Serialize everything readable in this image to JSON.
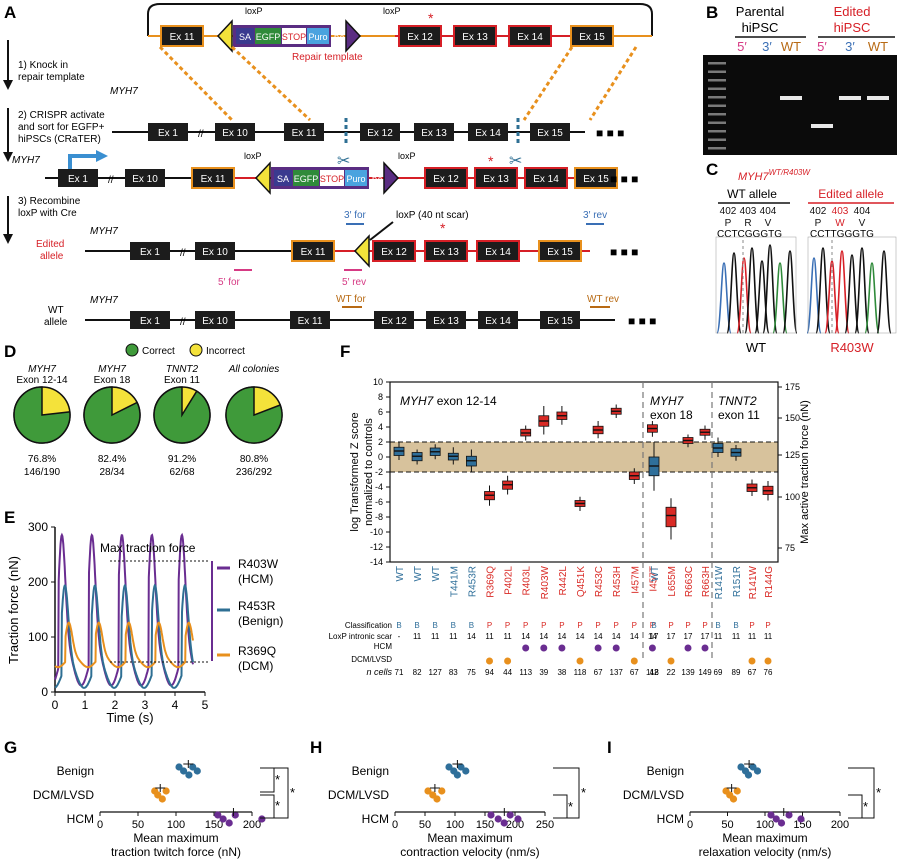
{
  "panels": {
    "A": "A",
    "B": "B",
    "C": "C",
    "D": "D",
    "E": "E",
    "F": "F",
    "G": "G",
    "H": "H",
    "I": "I"
  },
  "panelA": {
    "steps": [
      "1) Knock in",
      "repair template",
      "2) CRISPR activate",
      "and sort for EGFP+",
      "hiPSCs (CRaTER)",
      "3) Recombine",
      "loxP with Cre"
    ],
    "gene": "MYH7",
    "repair_label": "Repair template",
    "loxp": "loxP",
    "loxp_scar": "loxP (40 nt scar)",
    "cassette": [
      "SA",
      "EGFP",
      "STOP",
      "Puro",
      "pA"
    ],
    "edited_allele": [
      "Edited",
      "allele"
    ],
    "wt_allele": [
      "WT",
      "allele"
    ],
    "primers": {
      "f3": "3′ for",
      "r3": "3′ rev",
      "f5": "5′ for",
      "r5": "5′ rev",
      "wtf": "WT for",
      "wtr": "WT rev"
    },
    "exons": {
      "e1": "Ex 1",
      "e10": "Ex 10",
      "e11": "Ex 11",
      "e12": "Ex 12",
      "e13": "Ex 13",
      "e14": "Ex 14",
      "e15": "Ex 15"
    },
    "mutation_star": "*",
    "ellipsis": "■ ■ ■"
  },
  "panelB": {
    "parental": [
      "Parental",
      "hiPSC"
    ],
    "edited": [
      "Edited",
      "hiPSC"
    ],
    "lanes": [
      "5′",
      "3′",
      "WT",
      "5′",
      "3′",
      "WT"
    ]
  },
  "panelC": {
    "title": "MYH7",
    "title_sup": "WT/R403W",
    "wt_header": "WT allele",
    "ed_header": "Edited allele",
    "wt_nums": [
      "402",
      "403",
      "404"
    ],
    "wt_aa": [
      "P",
      "R",
      "V"
    ],
    "wt_seq": "CCTCGGGTG",
    "ed_nums": [
      "402",
      "403",
      "404"
    ],
    "ed_aa": [
      "P",
      "W",
      "V"
    ],
    "ed_seq": "CCTTGGGTG",
    "wt_label": "WT",
    "ed_label": "R403W"
  },
  "panelD": {
    "legend_correct": "Correct",
    "legend_incorrect": "Incorrect",
    "pies": [
      {
        "gene": "MYH7",
        "sub": "Exon 12-14",
        "pct": "76.8%",
        "frac": "146/190",
        "value": 0.768
      },
      {
        "gene": "MYH7",
        "sub": "Exon 18",
        "pct": "82.4%",
        "frac": "28/34",
        "value": 0.824
      },
      {
        "gene": "TNNT2",
        "sub": "Exon 11",
        "pct": "91.2%",
        "frac": "62/68",
        "value": 0.912
      },
      {
        "gene": "All colonies",
        "sub": "",
        "pct": "80.8%",
        "frac": "236/292",
        "value": 0.808
      }
    ]
  },
  "panelE": {
    "title": "Max traction force",
    "ylabel": "Traction force (nN)",
    "xlabel": "Time (s)",
    "xticks": [
      "0",
      "1",
      "2",
      "3",
      "4",
      "5"
    ],
    "yticks": [
      "0",
      "100",
      "200",
      "300"
    ],
    "legend": [
      {
        "name": "R403W",
        "class": "(HCM)",
        "color": "#6a2d91"
      },
      {
        "name": "R453R",
        "class": "(Benign)",
        "color": "#2e6f93"
      },
      {
        "name": "R369Q",
        "class": "(DCM)",
        "color": "#e8901d"
      }
    ]
  },
  "panelF": {
    "ylabel_left": [
      "log Transformed Z score",
      "normalized to controls"
    ],
    "ylabel_right": "Max active traction force (nN)",
    "yticks_left": [
      "10",
      "8",
      "6",
      "4",
      "2",
      "0",
      "-2",
      "-4",
      "-6",
      "-8",
      "-10",
      "-12",
      "-14"
    ],
    "yticks_right": [
      "175",
      "150",
      "125",
      "100",
      "75"
    ],
    "group_titles": [
      [
        "MYH7",
        "exon 12-14"
      ],
      [
        "MYH7",
        "exon 18"
      ],
      [
        "TNNT2",
        "exon 11"
      ]
    ],
    "row_labels": [
      "Classification",
      "LoxP intronic scar",
      "HCM",
      "DCM/LVSD",
      "n cells"
    ],
    "variants": [
      {
        "name": "WT",
        "cls": "B",
        "scar": "-",
        "hcm": 0,
        "dcm": 0,
        "n": "71",
        "med": 0.8,
        "q1": 0.2,
        "q3": 1.3,
        "lo": -0.4,
        "hi": 2.0,
        "col": "blue"
      },
      {
        "name": "WT",
        "cls": "B",
        "scar": "11",
        "hcm": 0,
        "dcm": 0,
        "n": "82",
        "med": 0.1,
        "q1": -0.5,
        "q3": 0.6,
        "lo": -1.0,
        "hi": 1.0,
        "col": "blue"
      },
      {
        "name": "WT",
        "cls": "B",
        "scar": "11",
        "hcm": 0,
        "dcm": 0,
        "n": "127",
        "med": 0.7,
        "q1": 0.2,
        "q3": 1.2,
        "lo": -0.3,
        "hi": 1.7,
        "col": "blue"
      },
      {
        "name": "T441M",
        "cls": "B",
        "scar": "11",
        "hcm": 0,
        "dcm": 0,
        "n": "83",
        "med": 0.1,
        "q1": -0.4,
        "q3": 0.5,
        "lo": -1.0,
        "hi": 1.3,
        "col": "blue"
      },
      {
        "name": "R453R",
        "cls": "B",
        "scar": "14",
        "hcm": 0,
        "dcm": 0,
        "n": "75",
        "med": -0.5,
        "q1": -1.2,
        "q3": 0.1,
        "lo": -2.0,
        "hi": 1.0,
        "col": "blue"
      },
      {
        "name": "R369Q",
        "cls": "P",
        "scar": "11",
        "hcm": 0,
        "dcm": 1,
        "n": "94",
        "med": -5.1,
        "q1": -5.7,
        "q3": -4.6,
        "lo": -6.5,
        "hi": -3.8,
        "col": "red"
      },
      {
        "name": "P402L",
        "cls": "P",
        "scar": "11",
        "hcm": 0,
        "dcm": 1,
        "n": "44",
        "med": -3.7,
        "q1": -4.3,
        "q3": -3.2,
        "lo": -5.0,
        "hi": -2.5,
        "col": "red"
      },
      {
        "name": "R403L",
        "cls": "P",
        "scar": "14",
        "hcm": 1,
        "dcm": 0,
        "n": "113",
        "med": 3.2,
        "q1": 2.8,
        "q3": 3.7,
        "lo": 2.2,
        "hi": 4.2,
        "col": "red"
      },
      {
        "name": "R403W",
        "cls": "P",
        "scar": "14",
        "hcm": 1,
        "dcm": 0,
        "n": "39",
        "med": 4.8,
        "q1": 4.1,
        "q3": 5.5,
        "lo": 3.0,
        "hi": 6.8,
        "col": "red"
      },
      {
        "name": "R442L",
        "cls": "P",
        "scar": "14",
        "hcm": 1,
        "dcm": 0,
        "n": "38",
        "med": 5.5,
        "q1": 5.0,
        "q3": 6.0,
        "lo": 4.3,
        "hi": 6.8,
        "col": "red"
      },
      {
        "name": "Q451K",
        "cls": "P",
        "scar": "14",
        "hcm": 0,
        "dcm": 1,
        "n": "118",
        "med": -6.2,
        "q1": -6.6,
        "q3": -5.8,
        "lo": -7.2,
        "hi": -5.3,
        "col": "red"
      },
      {
        "name": "R453C",
        "cls": "P",
        "scar": "14",
        "hcm": 1,
        "dcm": 0,
        "n": "67",
        "med": 3.6,
        "q1": 3.1,
        "q3": 4.1,
        "lo": 2.5,
        "hi": 4.8,
        "col": "red"
      },
      {
        "name": "R453H",
        "cls": "P",
        "scar": "14",
        "hcm": 1,
        "dcm": 0,
        "n": "137",
        "med": 6.1,
        "q1": 5.7,
        "q3": 6.5,
        "lo": 5.2,
        "hi": 7.0,
        "col": "red"
      },
      {
        "name": "I457M",
        "cls": "P",
        "scar": "14",
        "hcm": 0,
        "dcm": 1,
        "n": "67",
        "med": -2.5,
        "q1": -3.0,
        "q3": -2.0,
        "lo": -3.6,
        "hi": -1.5,
        "col": "red"
      },
      {
        "name": "I457T",
        "cls": "P",
        "scar": "14",
        "hcm": 1,
        "dcm": 0,
        "n": "118",
        "med": 3.8,
        "q1": 3.3,
        "q3": 4.3,
        "lo": 2.7,
        "hi": 4.8,
        "col": "red"
      },
      {
        "name": "WT",
        "cls": "B",
        "scar": "17",
        "hcm": 0,
        "dcm": 0,
        "n": "42",
        "med": -1.2,
        "q1": -2.5,
        "q3": 0.0,
        "lo": -4.5,
        "hi": 2.0,
        "col": "blue"
      },
      {
        "name": "L655M",
        "cls": "P",
        "scar": "17",
        "hcm": 0,
        "dcm": 1,
        "n": "22",
        "med": -7.8,
        "q1": -9.3,
        "q3": -6.7,
        "lo": -11.0,
        "hi": -5.5,
        "col": "red"
      },
      {
        "name": "R663C",
        "cls": "P",
        "scar": "17",
        "hcm": 1,
        "dcm": 0,
        "n": "139",
        "med": 2.2,
        "q1": 1.8,
        "q3": 2.6,
        "lo": 1.3,
        "hi": 3.0,
        "col": "red"
      },
      {
        "name": "R663H",
        "cls": "P",
        "scar": "17",
        "hcm": 1,
        "dcm": 0,
        "n": "149",
        "med": 3.3,
        "q1": 2.9,
        "q3": 3.7,
        "lo": 2.3,
        "hi": 4.2,
        "col": "red"
      },
      {
        "name": "R141W",
        "cls": "B",
        "scar": "11",
        "hcm": 0,
        "dcm": 0,
        "n": "69",
        "med": 1.2,
        "q1": 0.6,
        "q3": 1.8,
        "lo": 0.0,
        "hi": 2.6,
        "col": "blue"
      },
      {
        "name": "R151R",
        "cls": "B",
        "scar": "11",
        "hcm": 0,
        "dcm": 0,
        "n": "89",
        "med": 0.6,
        "q1": 0.1,
        "q3": 1.1,
        "lo": -0.5,
        "hi": 1.6,
        "col": "blue"
      },
      {
        "name": "R141W",
        "cls": "P",
        "scar": "11",
        "hcm": 0,
        "dcm": 1,
        "n": "67",
        "med": -4.1,
        "q1": -4.6,
        "q3": -3.6,
        "lo": -5.2,
        "hi": -3.0,
        "col": "red"
      },
      {
        "name": "R144G",
        "cls": "P",
        "scar": "11",
        "hcm": 0,
        "dcm": 1,
        "n": "76",
        "med": -4.5,
        "q1": -5.0,
        "q3": -3.9,
        "lo": -5.8,
        "hi": -3.2,
        "col": "red"
      }
    ]
  },
  "bottom": {
    "groups": [
      "Benign",
      "DCM/LVSD",
      "HCM"
    ],
    "star": "*",
    "G": {
      "xlabel": [
        "Mean maximum",
        "traction twitch force (nN)"
      ],
      "xticks": [
        "0",
        "50",
        "100",
        "150",
        "200"
      ],
      "xmax": 200,
      "benign": [
        104,
        110,
        117,
        122,
        128
      ],
      "dcm": [
        72,
        76,
        82,
        87
      ],
      "hcm": [
        155,
        162,
        170,
        178,
        213
      ]
    },
    "H": {
      "xlabel": [
        "Mean maximum",
        "contraction velocity (nm/s)"
      ],
      "xticks": [
        "0",
        "50",
        "100",
        "150",
        "200",
        "250"
      ],
      "xmax": 250,
      "benign": [
        90,
        98,
        104,
        110,
        118
      ],
      "dcm": [
        55,
        63,
        70,
        78
      ],
      "hcm": [
        160,
        172,
        182,
        192,
        205
      ]
    },
    "I": {
      "xlabel": [
        "Mean maximum",
        "relaxation velocity (nm/s)"
      ],
      "xticks": [
        "0",
        "50",
        "100",
        "150",
        "200"
      ],
      "xmax": 200,
      "benign": [
        68,
        74,
        78,
        84,
        90
      ],
      "dcm": [
        48,
        53,
        58,
        63
      ],
      "hcm": [
        108,
        115,
        122,
        132,
        148
      ]
    }
  }
}
